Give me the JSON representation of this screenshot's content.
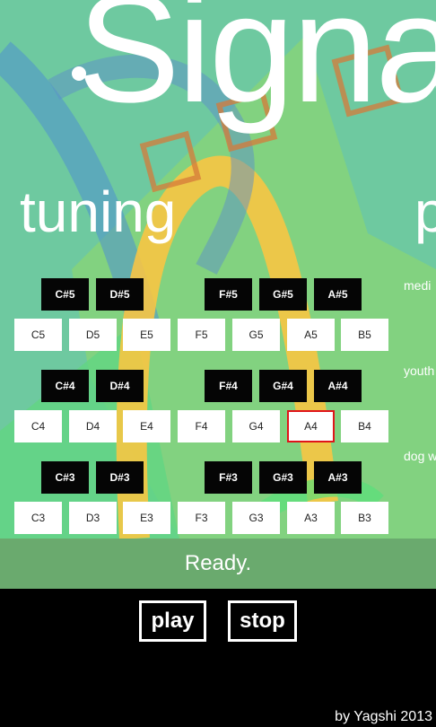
{
  "app": {
    "hub_title": "Signa"
  },
  "sections": {
    "tuning": "tuning",
    "presets_partial": "p"
  },
  "keyboard": {
    "octave5": {
      "sharps": [
        "C#5",
        "D#5",
        "F#5",
        "G#5",
        "A#5"
      ],
      "naturals": [
        "C5",
        "D5",
        "E5",
        "F5",
        "G5",
        "A5",
        "B5"
      ]
    },
    "octave4": {
      "sharps": [
        "C#4",
        "D#4",
        "F#4",
        "G#4",
        "A#4"
      ],
      "naturals": [
        "C4",
        "D4",
        "E4",
        "F4",
        "G4",
        "A4",
        "B4"
      ]
    },
    "octave3": {
      "sharps": [
        "C#3",
        "D#3",
        "F#3",
        "G#3",
        "A#3"
      ],
      "naturals": [
        "C3",
        "D3",
        "E3",
        "F3",
        "G3",
        "A3",
        "B3"
      ]
    },
    "selected_key": "A4"
  },
  "presets": [
    "medi",
    "youth",
    "dog w"
  ],
  "status": {
    "text": "Ready."
  },
  "controls": {
    "play_label": "play",
    "stop_label": "stop"
  },
  "footer": {
    "credit": "by Yagshi 2013"
  },
  "colors": {
    "background": "#6ec9a0",
    "status_bar": "#6aaa6e",
    "selected_border": "#e0141a",
    "bottom_panel": "#000000"
  }
}
